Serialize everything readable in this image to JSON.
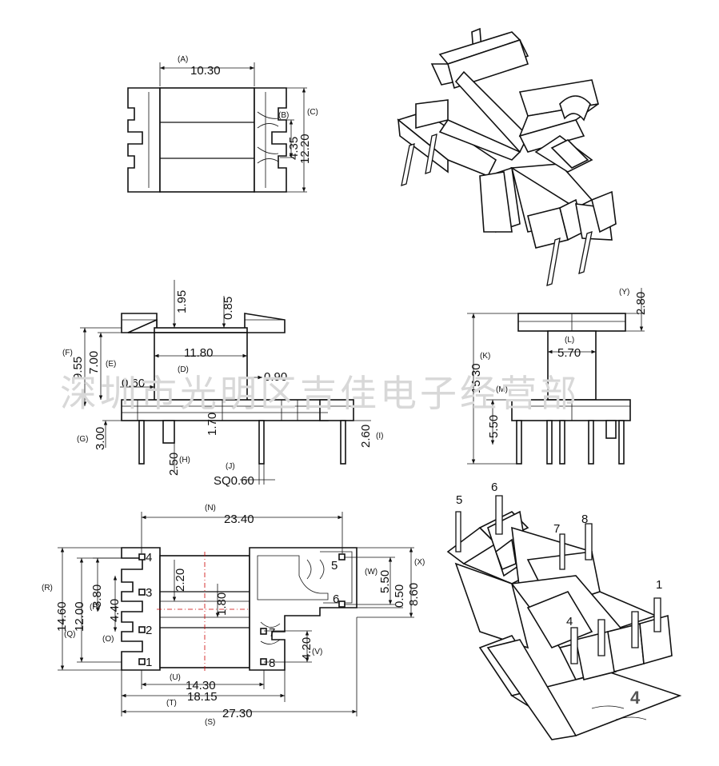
{
  "watermark": "深圳市光明区吉佳电子经营部",
  "top_view": {
    "A_tag": "(A)",
    "A": "10.30",
    "B_tag": "(B)",
    "B": "4.35",
    "C_tag": "(C)",
    "C": "12.20"
  },
  "side_view": {
    "v195": "1.95",
    "v085": "0.85",
    "F_tag": "(F)",
    "F": "9.55",
    "E_tag": "(E)",
    "E": "7.00",
    "v1180": "11.80",
    "D_tag": "(D)",
    "v090": "0.90",
    "v060": "0.60",
    "v170": "1.70",
    "G_tag": "(G)",
    "G": "3.00",
    "H_tag": "(H)",
    "H": "2.50",
    "I_tag": "(I)",
    "I": "2.60",
    "J_tag": "(J)",
    "J": "SQ0.60"
  },
  "end_view": {
    "Y_tag": "(Y)",
    "Y": "2.80",
    "K_tag": "(K)",
    "K": "15.30",
    "L_tag": "(L)",
    "L": "5.70",
    "M_tag": "(M)",
    "M": "5.50"
  },
  "bottom_view": {
    "N_tag": "(N)",
    "N": "23.40",
    "R_tag": "(R)",
    "R": "14.60",
    "Q_tag": "(Q)",
    "Q": "12.00",
    "P_tag": "(P)",
    "P": "3.80",
    "O_tag": "(O)",
    "O": "4.40",
    "v220": "2.20",
    "v180": "1.80",
    "W_tag": "(W)",
    "W": "5.50",
    "v050": "0.50",
    "X_tag": "(X)",
    "X": "8.60",
    "V_tag": "(V)",
    "V": "4.20",
    "U_tag": "(U)",
    "U": "14.30",
    "T_tag": "(T)",
    "T": "18.15",
    "S_tag": "(S)",
    "S": "27.30",
    "pins": [
      "4",
      "3",
      "2",
      "1",
      "5",
      "6",
      "7",
      "8"
    ]
  },
  "iso_bottom": {
    "pin_labels": [
      "5",
      "6",
      "7",
      "8",
      "4",
      "1"
    ],
    "mark": "4"
  }
}
